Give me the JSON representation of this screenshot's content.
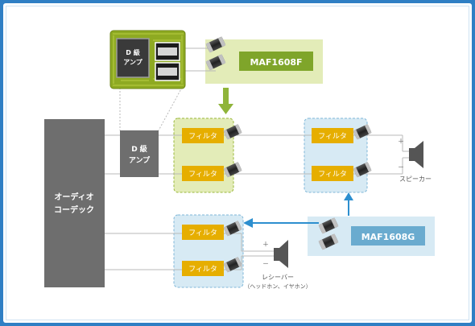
{
  "codec": {
    "line1": "オーディオ",
    "line2": "コーデック"
  },
  "amp": {
    "line1": "D 級",
    "line2": "アンプ"
  },
  "chip": {
    "line1": "D 級",
    "line2": "アンプ"
  },
  "filter_label": "フィルタ",
  "maf_top": "MAF1608F",
  "maf_bottom": "MAF1608G",
  "speaker": {
    "label": "スピーカー",
    "plus": "＋",
    "minus": "－"
  },
  "receiver": {
    "label": "レシーバー",
    "sublabel": "（ヘッドホン、イヤホン）",
    "plus": "＋",
    "minus": "－"
  },
  "colors": {
    "frame_blue": "#2f7fc4",
    "codec_gray": "#6e6e6e",
    "filter_yellow": "#e6ae00",
    "green_zone": "#e3ecb8",
    "blue_zone": "#d7eaf4",
    "maf_f_green": "#7fa52a",
    "maf_g_blue": "#6aabcf",
    "arrow_green": "#8fb43a",
    "arrow_blue": "#2d8fcf"
  }
}
